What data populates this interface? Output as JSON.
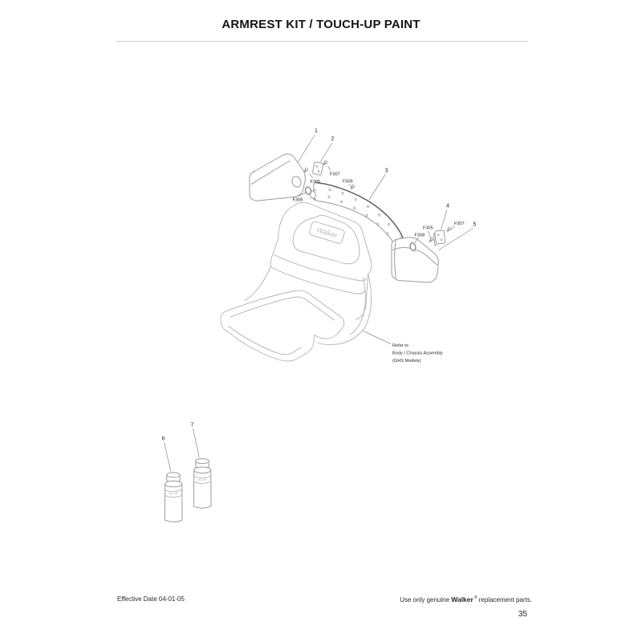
{
  "header": {
    "title": "ARMREST KIT / TOUCH-UP PAINT"
  },
  "diagram": {
    "callouts": {
      "n1": "1",
      "n2": "2",
      "n3": "3",
      "n4": "4",
      "n5": "5",
      "n6": "6",
      "n7": "7"
    },
    "fasteners": {
      "f305_left": "F305",
      "f306_left": "F306",
      "f307_left": "F307",
      "f308_left": "F308",
      "f305_right": "F305",
      "f307_right": "F307",
      "f308_right": "F308"
    },
    "refer_note": {
      "line1": "Refer to",
      "line2": "Body / Chassis Assembly",
      "line3": "(GHS Models)"
    },
    "seat_logo": "Walker",
    "can_label": "WALKER"
  },
  "footer": {
    "effective_date": "Effective Date 04-01-05",
    "genuine_prefix": "Use only genuine ",
    "brand": "Walker",
    "registered": "®",
    "genuine_suffix": " replacement parts.",
    "page_number": "35"
  },
  "colors": {
    "line_light": "#b0b2b4",
    "line_medium": "#9a9c9e",
    "line_dark": "#5f6163",
    "text": "#2a2a2a"
  }
}
